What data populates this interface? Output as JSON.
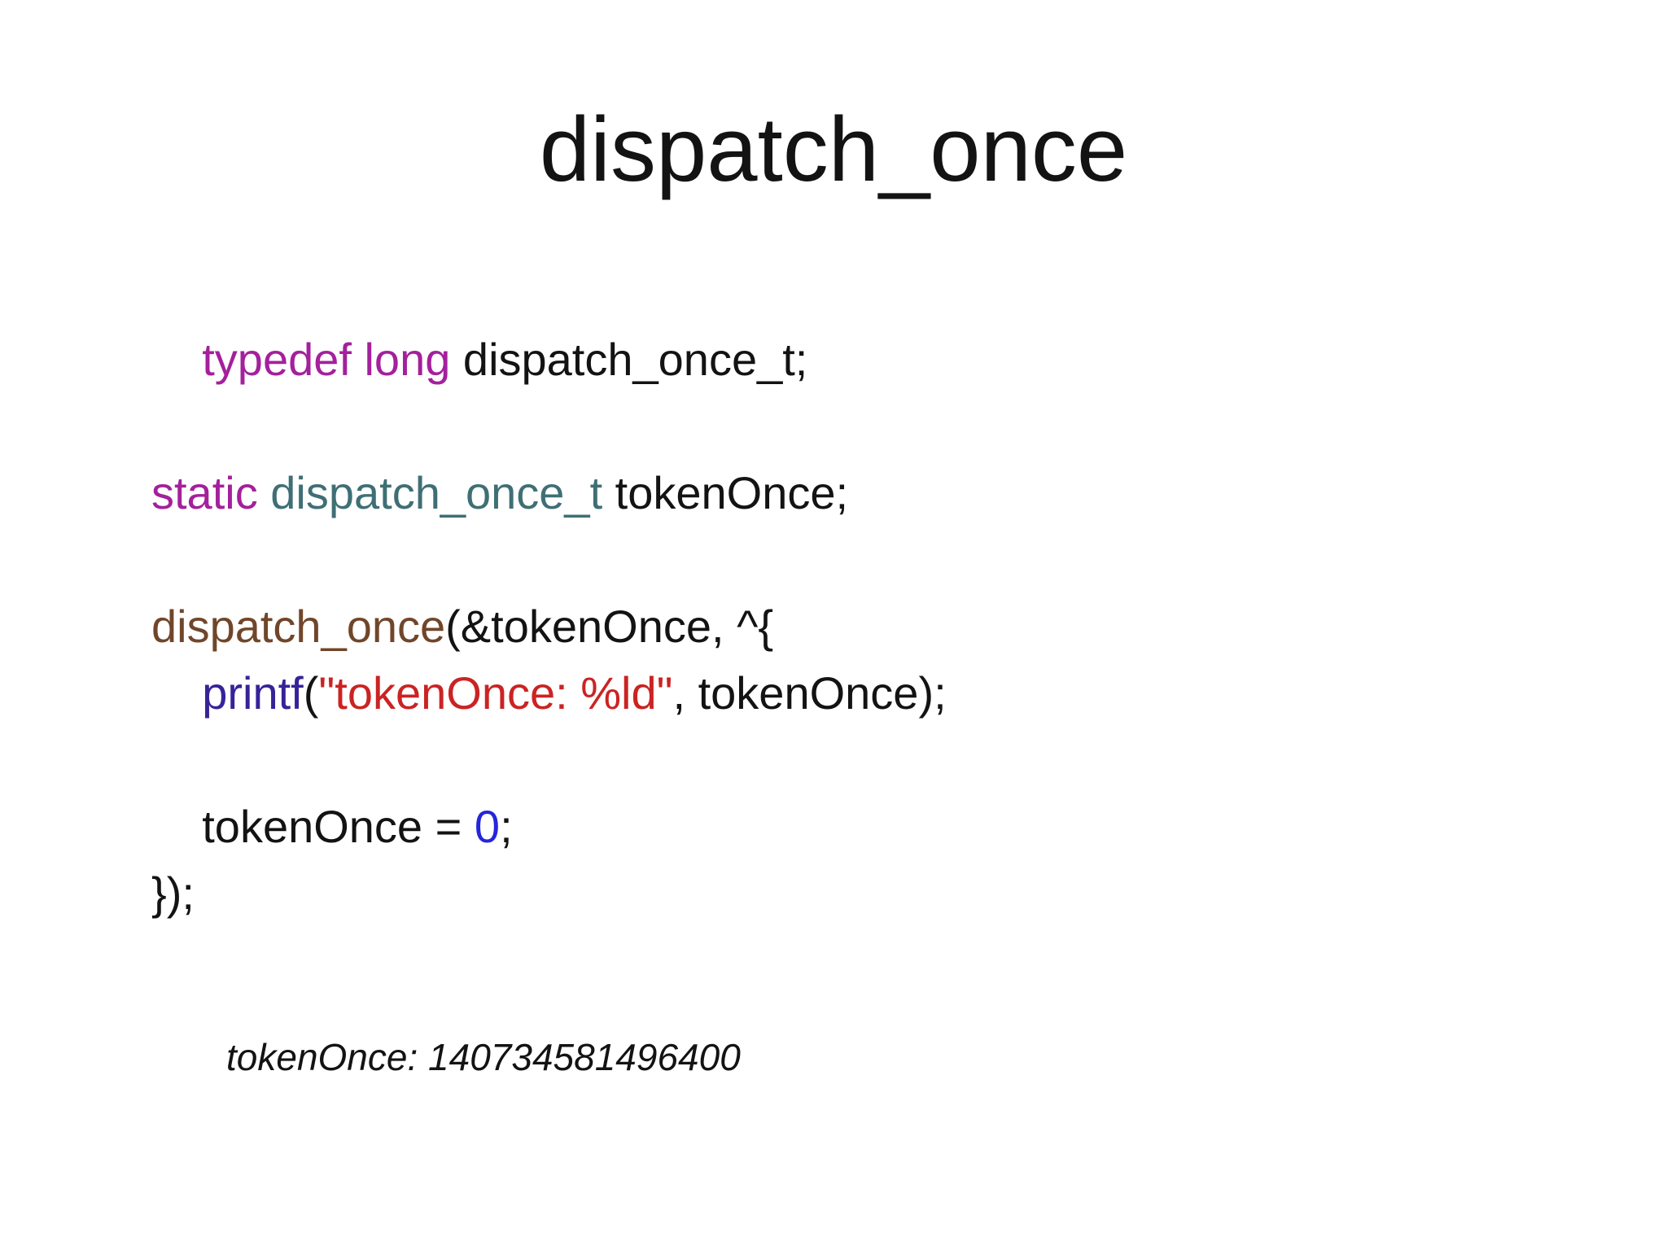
{
  "slide": {
    "title": "dispatch_once",
    "output_text": "tokenOnce: 140734581496400"
  },
  "colors": {
    "background": "#ffffff",
    "text": "#131313",
    "keyword": "#A4209C",
    "type": "#3F6F75",
    "function": "#70462A",
    "call": "#362398",
    "string": "#CB2323",
    "number": "#2525DB"
  },
  "code": {
    "lines": [
      {
        "segments": [
          {
            "text": "    ",
            "role": "text"
          },
          {
            "text": "typedef long",
            "role": "keyword"
          },
          {
            "text": " dispatch_once_t;",
            "role": "text"
          }
        ]
      },
      {
        "segments": []
      },
      {
        "segments": [
          {
            "text": "static",
            "role": "keyword"
          },
          {
            "text": " ",
            "role": "text"
          },
          {
            "text": "dispatch_once_t",
            "role": "type"
          },
          {
            "text": " tokenOnce;",
            "role": "text"
          }
        ]
      },
      {
        "segments": []
      },
      {
        "segments": [
          {
            "text": "dispatch_once",
            "role": "function"
          },
          {
            "text": "(&tokenOnce, ^{",
            "role": "text"
          }
        ]
      },
      {
        "segments": [
          {
            "text": "    ",
            "role": "text"
          },
          {
            "text": "printf",
            "role": "call"
          },
          {
            "text": "(",
            "role": "text"
          },
          {
            "text": "\"tokenOnce: %ld\"",
            "role": "string"
          },
          {
            "text": ", tokenOnce);",
            "role": "text"
          }
        ]
      },
      {
        "segments": []
      },
      {
        "segments": [
          {
            "text": "    tokenOnce = ",
            "role": "text"
          },
          {
            "text": "0",
            "role": "number"
          },
          {
            "text": ";",
            "role": "text"
          }
        ]
      },
      {
        "segments": [
          {
            "text": "});",
            "role": "text"
          }
        ]
      }
    ]
  }
}
